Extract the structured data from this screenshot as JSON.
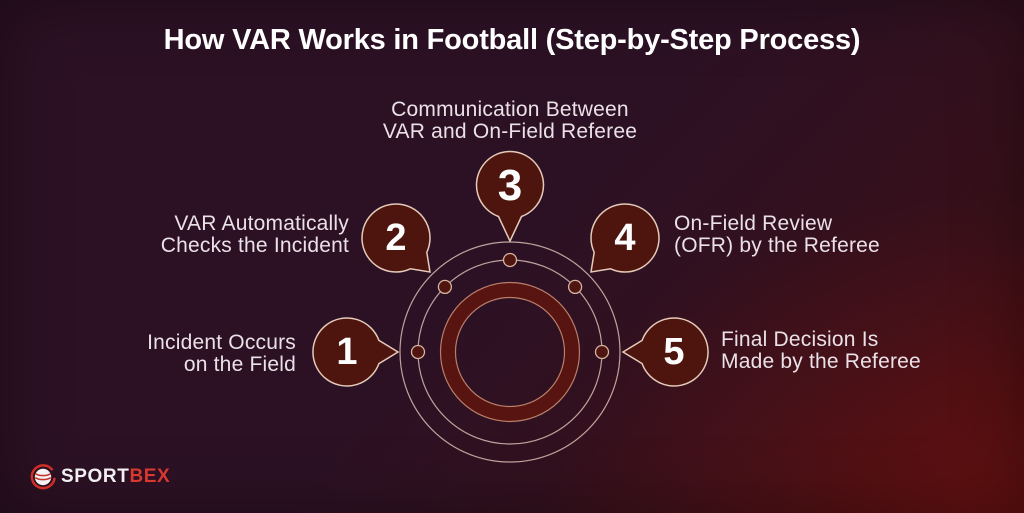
{
  "title": "How VAR Works in Football (Step-by-Step Process)",
  "steps": [
    {
      "number": "1",
      "line1": "Incident Occurs",
      "line2": "on the Field"
    },
    {
      "number": "2",
      "line1": "VAR Automatically",
      "line2": "Checks the Incident"
    },
    {
      "number": "3",
      "line1": "Communication Between",
      "line2": "VAR and On-Field Referee"
    },
    {
      "number": "4",
      "line1": "On-Field Review",
      "line2": "(OFR) by the Referee"
    },
    {
      "number": "5",
      "line1": "Final Decision Is",
      "line2": "Made by the Referee"
    }
  ],
  "logo": {
    "brand_white": "SPORT",
    "brand_red": "BEX"
  },
  "icons": {
    "logo": "sportbex-globe-swoosh-icon"
  },
  "colors": {
    "background_purple": "#2c1124",
    "background_red_glow": "#470d10",
    "bubble_fill": "#4e150e",
    "bubble_border": "#e5cab9",
    "inner_ring_band": "#571410",
    "label_text": "#eae1e8",
    "title_text": "#ffffff",
    "brand_red": "#d8382e"
  }
}
